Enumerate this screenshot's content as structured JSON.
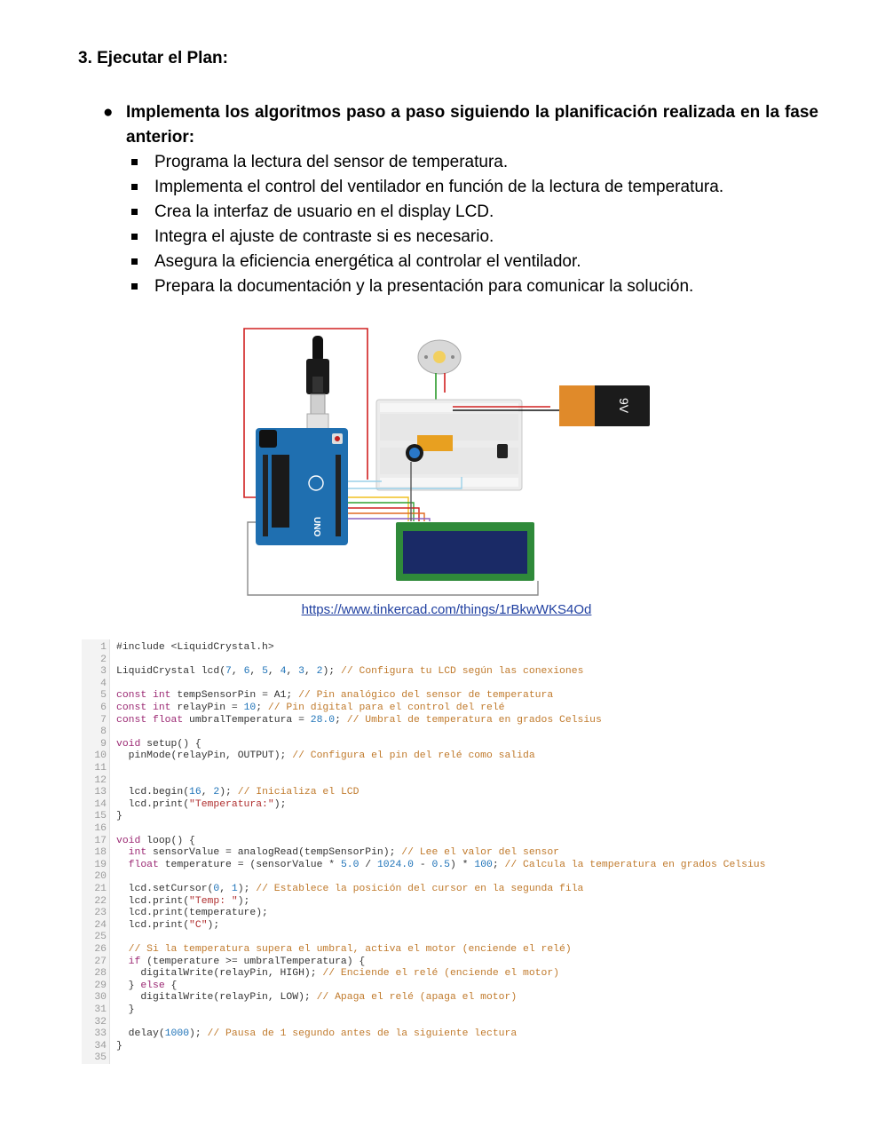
{
  "heading": "3. Ejecutar el Plan:",
  "bullet": {
    "title": "Implementa los algoritmos paso a paso siguiendo la planificación realizada en la fase anterior:",
    "items": [
      "Programa la lectura del sensor de temperatura.",
      "Implementa el control del ventilador en función de la lectura de temperatura.",
      "Crea la interfaz de usuario en el display LCD.",
      "Integra el ajuste de contraste si es necesario.",
      "Asegura la eficiencia energética al controlar el ventilador.",
      "Prepara la documentación y la presentación para comunicar la solución."
    ]
  },
  "diagram": {
    "battery_label": "9V",
    "arduino_label": "UNO",
    "colors": {
      "board": "#1f6fb0",
      "breadboard": "#ececec",
      "lcd_screen": "#1a2a66",
      "lcd_board": "#2f8a3a",
      "battery_body": "#1b1b1b",
      "battery_cap": "#e08a2a",
      "wire_red": "#d02020"
    }
  },
  "link": "https://www.tinkercad.com/things/1rBkwWKS4Od",
  "code": [
    [
      [
        "t",
        "#include <LiquidCrystal.h>"
      ]
    ],
    [],
    [
      [
        "t",
        "LiquidCrystal lcd("
      ],
      [
        "n",
        "7"
      ],
      [
        "t",
        ", "
      ],
      [
        "n",
        "6"
      ],
      [
        "t",
        ", "
      ],
      [
        "n",
        "5"
      ],
      [
        "t",
        ", "
      ],
      [
        "n",
        "4"
      ],
      [
        "t",
        ", "
      ],
      [
        "n",
        "3"
      ],
      [
        "t",
        ", "
      ],
      [
        "n",
        "2"
      ],
      [
        "t",
        "); "
      ],
      [
        "c",
        "// Configura tu LCD según las conexiones"
      ]
    ],
    [],
    [
      [
        "k",
        "const int"
      ],
      [
        "t",
        " tempSensorPin = A1; "
      ],
      [
        "c",
        "// Pin analógico del sensor de temperatura"
      ]
    ],
    [
      [
        "k",
        "const int"
      ],
      [
        "t",
        " relayPin = "
      ],
      [
        "n",
        "10"
      ],
      [
        "t",
        "; "
      ],
      [
        "c",
        "// Pin digital para el control del relé"
      ]
    ],
    [
      [
        "k",
        "const float"
      ],
      [
        "t",
        " umbralTemperatura = "
      ],
      [
        "n",
        "28.0"
      ],
      [
        "t",
        "; "
      ],
      [
        "c",
        "// Umbral de temperatura en grados Celsius"
      ]
    ],
    [],
    [
      [
        "k",
        "void"
      ],
      [
        "t",
        " setup() {"
      ]
    ],
    [
      [
        "t",
        "  pinMode(relayPin, OUTPUT); "
      ],
      [
        "c",
        "// Configura el pin del relé como salida"
      ]
    ],
    [],
    [],
    [
      [
        "t",
        "  lcd.begin("
      ],
      [
        "n",
        "16"
      ],
      [
        "t",
        ", "
      ],
      [
        "n",
        "2"
      ],
      [
        "t",
        "); "
      ],
      [
        "c",
        "// Inicializa el LCD"
      ]
    ],
    [
      [
        "t",
        "  lcd.print("
      ],
      [
        "s",
        "\"Temperatura:\""
      ],
      [
        "t",
        ");"
      ]
    ],
    [
      [
        "t",
        "}"
      ]
    ],
    [],
    [
      [
        "k",
        "void"
      ],
      [
        "t",
        " loop() {"
      ]
    ],
    [
      [
        "k",
        "  int"
      ],
      [
        "t",
        " sensorValue = analogRead(tempSensorPin); "
      ],
      [
        "c",
        "// Lee el valor del sensor"
      ]
    ],
    [
      [
        "k",
        "  float"
      ],
      [
        "t",
        " temperature = (sensorValue * "
      ],
      [
        "n",
        "5.0"
      ],
      [
        "t",
        " / "
      ],
      [
        "n",
        "1024.0"
      ],
      [
        "t",
        " - "
      ],
      [
        "n",
        "0.5"
      ],
      [
        "t",
        ") * "
      ],
      [
        "n",
        "100"
      ],
      [
        "t",
        "; "
      ],
      [
        "c",
        "// Calcula la temperatura en grados Celsius"
      ]
    ],
    [],
    [
      [
        "t",
        "  lcd.setCursor("
      ],
      [
        "n",
        "0"
      ],
      [
        "t",
        ", "
      ],
      [
        "n",
        "1"
      ],
      [
        "t",
        "); "
      ],
      [
        "c",
        "// Establece la posición del cursor en la segunda fila"
      ]
    ],
    [
      [
        "t",
        "  lcd.print("
      ],
      [
        "s",
        "\"Temp: \""
      ],
      [
        "t",
        ");"
      ]
    ],
    [
      [
        "t",
        "  lcd.print(temperature);"
      ]
    ],
    [
      [
        "t",
        "  lcd.print("
      ],
      [
        "s",
        "\"C\""
      ],
      [
        "t",
        ");"
      ]
    ],
    [],
    [
      [
        "c",
        "  // Si la temperatura supera el umbral, activa el motor (enciende el relé)"
      ]
    ],
    [
      [
        "k",
        "  if"
      ],
      [
        "t",
        " (temperature >= umbralTemperatura) {"
      ]
    ],
    [
      [
        "t",
        "    digitalWrite(relayPin, HIGH); "
      ],
      [
        "c",
        "// Enciende el relé (enciende el motor)"
      ]
    ],
    [
      [
        "t",
        "  } "
      ],
      [
        "k",
        "else"
      ],
      [
        "t",
        " {"
      ]
    ],
    [
      [
        "t",
        "    digitalWrite(relayPin, LOW); "
      ],
      [
        "c",
        "// Apaga el relé (apaga el motor)"
      ]
    ],
    [
      [
        "t",
        "  }"
      ]
    ],
    [],
    [
      [
        "t",
        "  delay("
      ],
      [
        "n",
        "1000"
      ],
      [
        "t",
        "); "
      ],
      [
        "c",
        "// Pausa de 1 segundo antes de la siguiente lectura"
      ]
    ],
    [
      [
        "t",
        "}"
      ]
    ],
    []
  ]
}
